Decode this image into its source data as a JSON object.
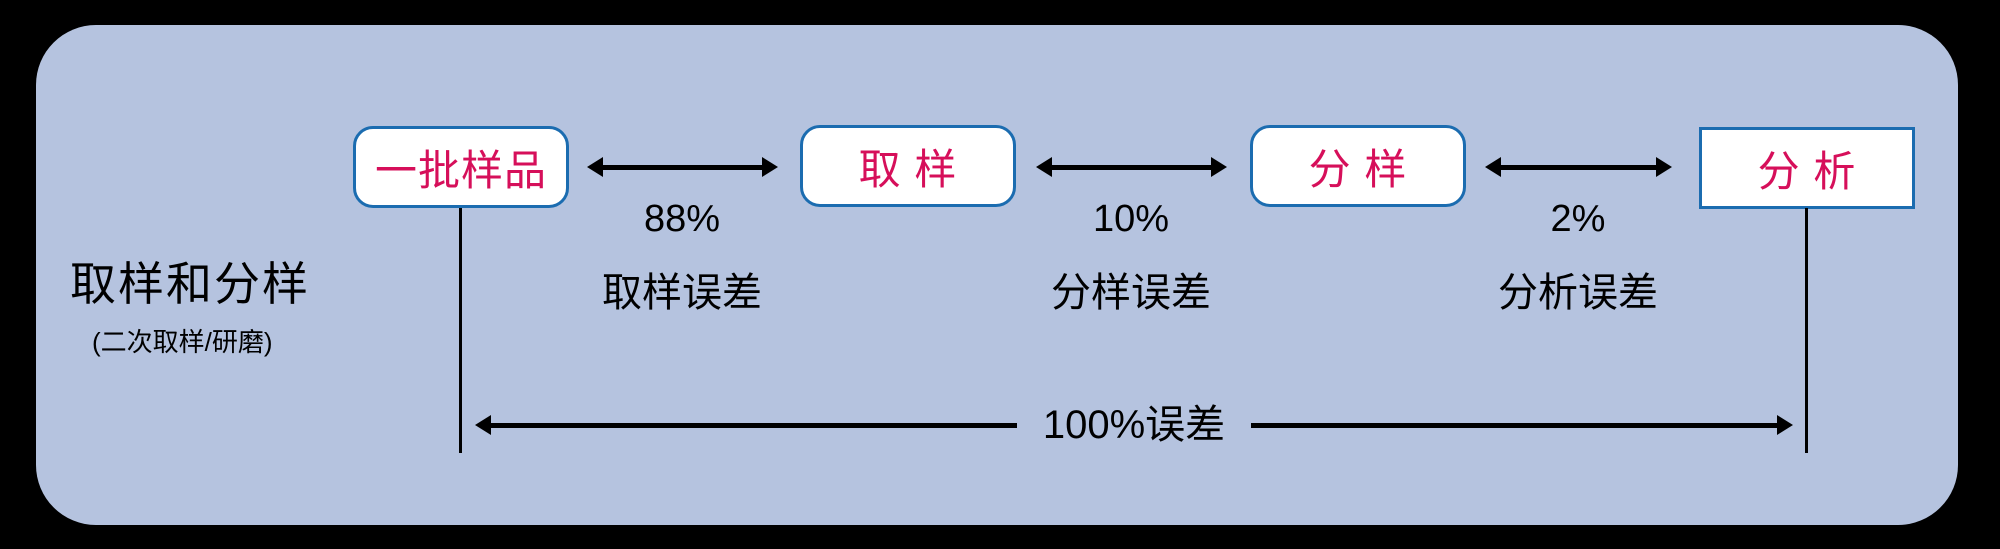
{
  "diagram": {
    "title": {
      "main": "取样和分样",
      "sub": "(二次取样/研磨)"
    },
    "boxes": [
      {
        "id": "batch",
        "label": "一批样品"
      },
      {
        "id": "sampling",
        "label": "取 样"
      },
      {
        "id": "splitting",
        "label": "分 样"
      },
      {
        "id": "analysis",
        "label": "分 析"
      }
    ],
    "error_links": [
      {
        "percent": "88%",
        "label": "取样误差"
      },
      {
        "percent": "10%",
        "label": "分样误差"
      },
      {
        "percent": "2%",
        "label": "分析误差"
      }
    ],
    "total_error": {
      "label": "100%误差"
    },
    "colors": {
      "outer_background": "#000000",
      "panel_background": "#b5c3df",
      "box_border": "#1b6cb0",
      "box_fill": "#ffffff",
      "box_text": "#d60f5a",
      "line_and_text": "#000000"
    }
  }
}
